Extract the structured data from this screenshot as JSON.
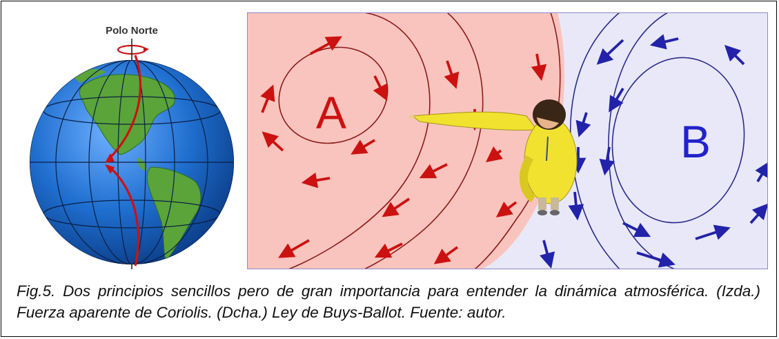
{
  "globe": {
    "title": "Polo Norte"
  },
  "weather_map": {
    "high_label": "A",
    "low_label": "B",
    "colors": {
      "high_region": "#f9c4bd",
      "high_arrows": "#cc1111",
      "low_region": "#e8e8f8",
      "low_arrows": "#2222aa",
      "ocean": "#1f6fd0",
      "land": "#5aa43a"
    }
  },
  "caption": {
    "text": "Fig.5. Dos principios sencillos pero de gran importancia para entender la dinámica atmosférica. (Izda.) Fuerza aparente de Coriolis. (Dcha.) Ley de Buys-Ballot. Fuente: autor."
  }
}
